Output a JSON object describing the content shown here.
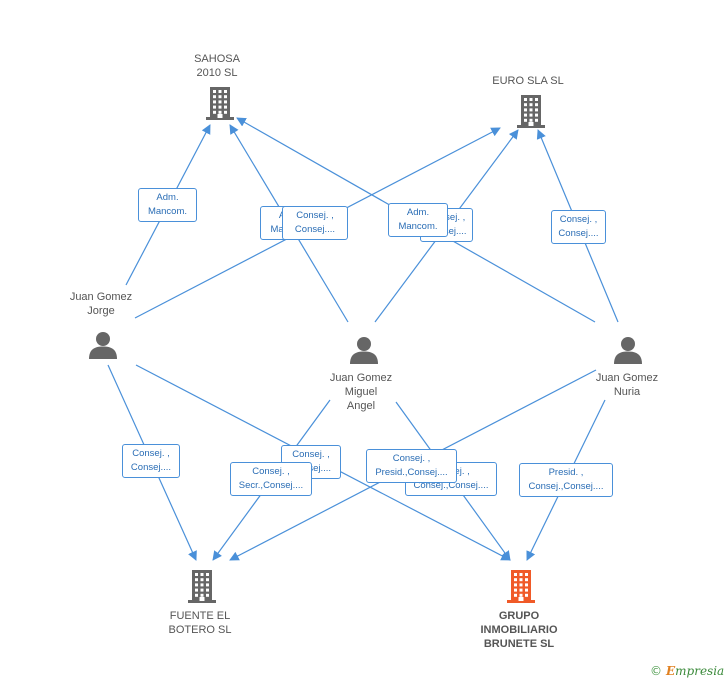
{
  "colors": {
    "edge": "#4a90d9",
    "company": "#666666",
    "focus_company": "#f05a28",
    "person": "#666666",
    "label_border": "#4a90d9",
    "label_text": "#2a6db5"
  },
  "nodes": [
    {
      "id": "sahosa",
      "type": "company-icon",
      "lines": [
        "SAHOSA",
        "2010 SL"
      ],
      "focus": false
    },
    {
      "id": "eurosla",
      "type": "company-icon",
      "lines": [
        "EURO SLA SL"
      ],
      "focus": false
    },
    {
      "id": "jorge",
      "type": "person-icon",
      "lines": [
        "Juan Gomez",
        "Jorge"
      ],
      "focus": false
    },
    {
      "id": "miguel",
      "type": "person-icon",
      "lines": [
        "Juan Gomez",
        "Miguel",
        "Angel"
      ],
      "focus": false
    },
    {
      "id": "nuria",
      "type": "person-icon",
      "lines": [
        "Juan Gomez",
        "Nuria"
      ],
      "focus": false
    },
    {
      "id": "fuente",
      "type": "company-icon",
      "lines": [
        "FUENTE EL",
        "BOTERO SL"
      ],
      "focus": false
    },
    {
      "id": "grupo",
      "type": "company-icon",
      "lines": [
        "GRUPO",
        "INMOBILIARIO",
        "BRUNETE SL"
      ],
      "focus": true
    }
  ],
  "edges": [
    {
      "from": "jorge",
      "to": "sahosa",
      "label": [
        "Adm.",
        "Mancom."
      ]
    },
    {
      "from": "jorge",
      "to": "eurosla",
      "label": [
        "Adm.",
        "Mancom."
      ]
    },
    {
      "from": "miguel",
      "to": "sahosa",
      "label": [
        "Consej. ,",
        "Consej...."
      ]
    },
    {
      "from": "miguel",
      "to": "eurosla",
      "label": [
        "Consej. ,",
        "Consej...."
      ]
    },
    {
      "from": "nuria",
      "to": "sahosa",
      "label": [
        "Adm.",
        "Mancom."
      ]
    },
    {
      "from": "nuria",
      "to": "eurosla",
      "label": [
        "Consej. ,",
        "Consej...."
      ]
    },
    {
      "from": "jorge",
      "to": "fuente",
      "label": [
        "Consej. ,",
        "Consej...."
      ]
    },
    {
      "from": "jorge",
      "to": "grupo",
      "label": [
        "Consej. ,",
        "Consej...."
      ]
    },
    {
      "from": "miguel",
      "to": "fuente",
      "label": [
        "Consej. ,",
        "Secr.,Consej...."
      ]
    },
    {
      "from": "miguel",
      "to": "grupo",
      "label": [
        "Consej. ,",
        "Consej.,Consej...."
      ]
    },
    {
      "from": "nuria",
      "to": "fuente",
      "label": [
        "Consej. ,",
        "Presid.,Consej...."
      ]
    },
    {
      "from": "nuria",
      "to": "grupo",
      "label": [
        "Presid. ,",
        "Consej.,Consej...."
      ]
    }
  ],
  "brand": {
    "copyright": "©",
    "initial": "E",
    "rest": "mpresia"
  }
}
